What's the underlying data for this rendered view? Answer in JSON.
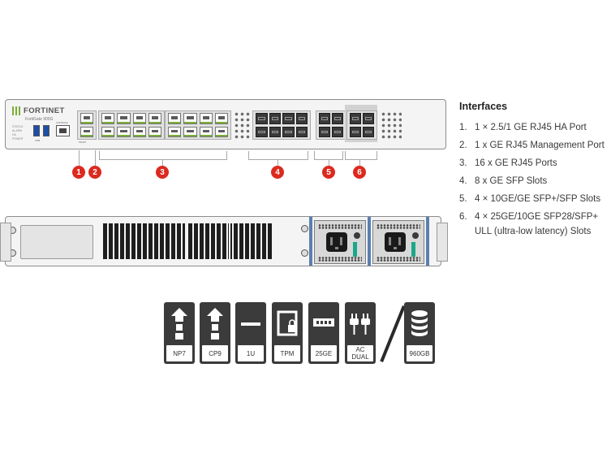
{
  "device": {
    "brand_logo": "FORTINET",
    "model": "FortiGate 900G",
    "led_labels": [
      "STATUS",
      "ALARM",
      "HA",
      "POWER"
    ],
    "usb_label": "USB",
    "console_label": "CONSOLE",
    "mgmt_label": "MGMT"
  },
  "callouts": [
    "1",
    "2",
    "3",
    "4",
    "5",
    "6"
  ],
  "features": {
    "title": "Interfaces",
    "items": [
      {
        "num": "1.",
        "text": "1 × 2.5/1 GE RJ45 HA Port"
      },
      {
        "num": "2.",
        "text": "1 x GE RJ45 Management Port"
      },
      {
        "num": "3.",
        "text": "16 x GE RJ45 Ports"
      },
      {
        "num": "4.",
        "text": "8 x GE SFP Slots"
      },
      {
        "num": "5.",
        "text": "4 × 10GE/GE SFP+/SFP Slots"
      },
      {
        "num": "6.",
        "text": "4 × 25GE/10GE SFP28/SFP+ ULL (ultra-low latency) Slots"
      }
    ]
  },
  "specs": [
    {
      "icon": "np-chip-icon",
      "label": "NP7"
    },
    {
      "icon": "cp-chip-icon",
      "label": "CP9"
    },
    {
      "icon": "rack-unit-icon",
      "label": "1U"
    },
    {
      "icon": "tpm-lock-icon",
      "label": "TPM"
    },
    {
      "icon": "transceiver-icon",
      "label": "25GE"
    },
    {
      "icon": "ac-plug-icon",
      "label": "AC DUAL"
    },
    {
      "icon": "storage-disk-icon",
      "label": "960GB"
    }
  ],
  "colors": {
    "callout": "#dc2a1e",
    "brand_green": "#7cae3a",
    "icon_bg": "#3b3b3b",
    "psu_latch": "#1aa78a"
  }
}
